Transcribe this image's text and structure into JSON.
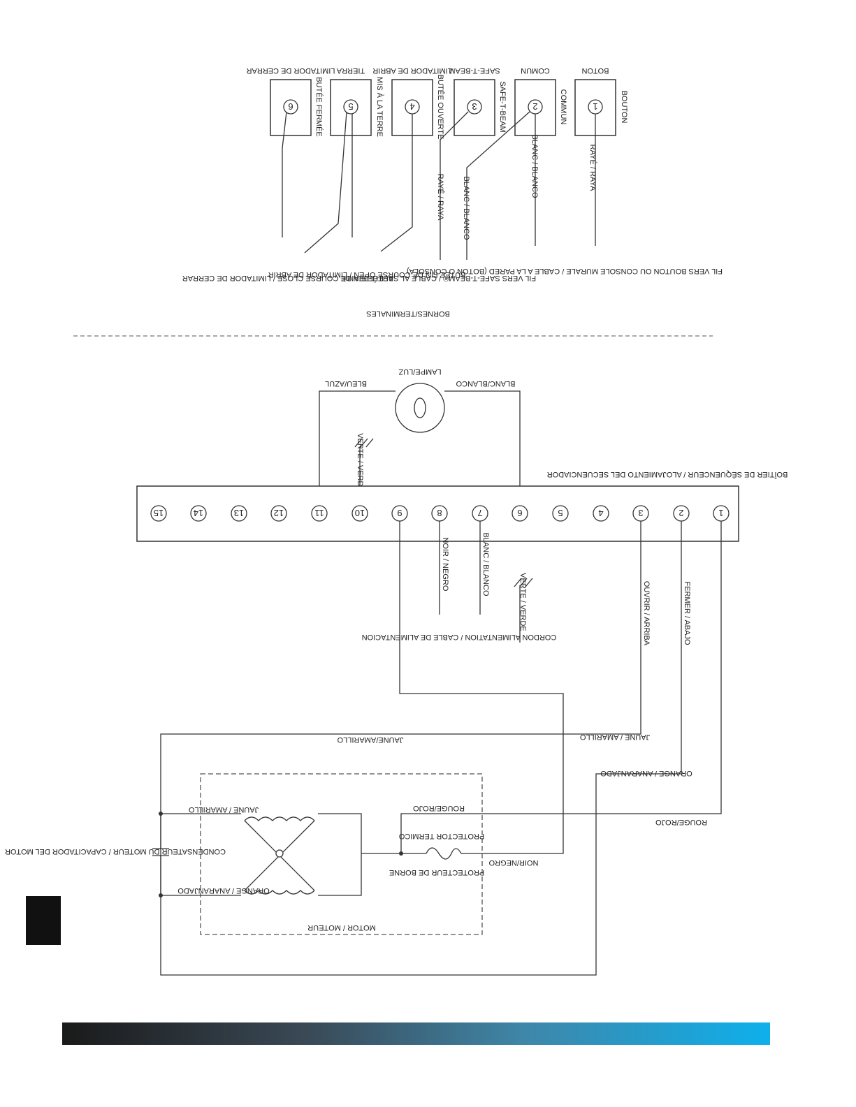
{
  "colors": {
    "accent": "#0eb0ec",
    "ink": "#222222",
    "tab": "#111111"
  },
  "top_section": {
    "caption": "BORNES/TERMINALES",
    "terminals": [
      {
        "num": "1",
        "label_a": "BOTON",
        "label_b": "BOUTON",
        "wire": "RAYÉ / RAYA",
        "cable": "FIL VERS BOUTON OU CONSOLE MURALE / CABLE A LA PARED (BOTON O CONSOLA)"
      },
      {
        "num": "2",
        "label_a": "COMUN",
        "label_b": "COMMUN",
        "wire": "BLANC / BLANCO",
        "cable": "FIL VERS BOUTON OU CONSOLE MURALE / CABLE A LA PARED (BOTON O CONSOLA)"
      },
      {
        "num": "3",
        "label_a": "SAFE-T-BEAM",
        "label_b": "SAFE-T-BEAM",
        "wire": "RAYÉ / RAYA",
        "cable": "FIL VERS SAFE-T-BEAM® / CABLE AL SAFE-T-BEAM®"
      },
      {
        "num": "4",
        "label_a": "LIMITADOR DE ABRIR",
        "label_b": "BUTÉE OUVERTE",
        "cable": "BUTÉE FIN DE COURSE OPEN / LIMITADOR DE ABRIR"
      },
      {
        "num": "5",
        "label_a": "TIERRA",
        "label_b": "MIS À LA TERRE"
      },
      {
        "num": "6",
        "label_a": "LIMITADOR DE CERRAR",
        "label_b": "BUTÉE FERMÉE",
        "cable": "BUTÉE FIN DE COURSE CLOSE / LIMITADOR DE CERRAR"
      }
    ]
  },
  "bottom_section": {
    "lamp": "LAMPE/LUZ",
    "lamp_left": "BLEU/AZUL",
    "lamp_right": "BLANC/BLANCO",
    "ground_top": "VERTE / VERDE",
    "ground_mid": "VERTE / VERDE",
    "sequencer": "BOÎTIER DE SÉQUENCEUR / ALOJAMIENTO DEL SECUENCIADOR",
    "strip_terminals": [
      "1",
      "2",
      "3",
      "4",
      "5",
      "6",
      "7",
      "8",
      "9",
      "10",
      "11",
      "12",
      "13",
      "14",
      "15"
    ],
    "labels": {
      "blanc": "BLANC / BLANCO",
      "noir": "NOIR / NEGRO",
      "power_cord": "CORDON ALIMENTATION / CABLE DE ALIMENTACION",
      "fermer": "FERMER / ABAJO",
      "ouvrir": "OUVRIR / ARRIBA",
      "jaune_amarillo_top": "JAUNE / AMARILLO",
      "jaune_amarillo_wire": "JAUNE/AMARILLO",
      "orange_top": "ORANGE / ANARANJADO",
      "rouge_rojo_right": "ROUGE/ROJO",
      "rouge_rojo_inner": "ROUGE/ROJO",
      "noir_negro": "NOIR/NEGRO",
      "thermal": "PROTECTOR TERMICO",
      "borne": "PROTECTEUR DE BORNE",
      "winding_top": "JAUNE / AMARILLO",
      "winding_bottom": "ORANGE / ANARANJADO",
      "capacitor": "CONDENSATEUR DU MOTEUR / CAPACITADOR DEL MOTOR",
      "motor": "MOTOR / MOTEUR"
    }
  }
}
